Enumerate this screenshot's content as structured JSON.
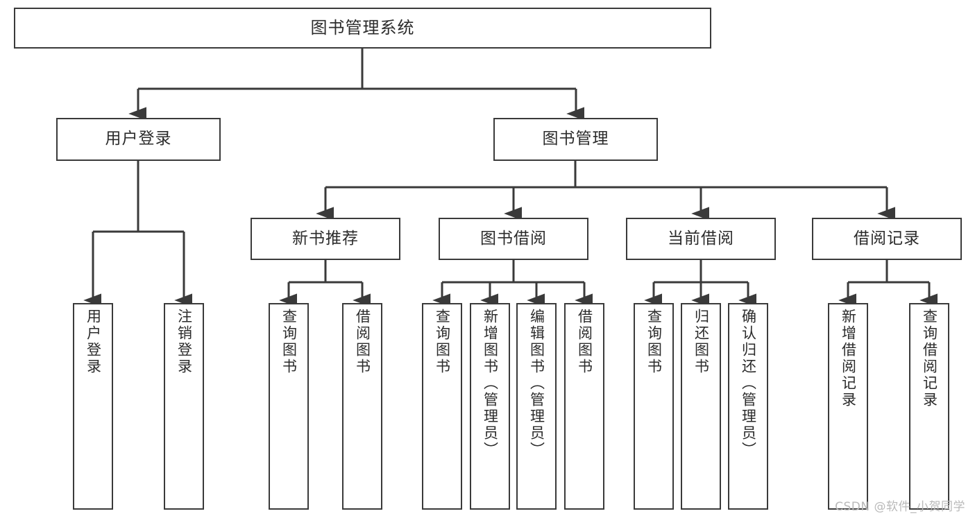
{
  "diagram": {
    "title": "图书管理系统",
    "watermark": "CSDN @软件_小贺同学",
    "line_color": "#3a3a3a",
    "box_border_color": "#3a3a3a",
    "text_color": "#2b2b2b",
    "background": "#ffffff"
  },
  "root": {
    "label": "图书管理系统"
  },
  "level2": [
    {
      "label": "用户登录"
    },
    {
      "label": "图书管理"
    }
  ],
  "level3": [
    {
      "label": "新书推荐"
    },
    {
      "label": "图书借阅"
    },
    {
      "label": "当前借阅"
    },
    {
      "label": "借阅记录"
    }
  ],
  "leaves": {
    "user_login": [
      {
        "label": "用户登录"
      },
      {
        "label": "注销登录"
      }
    ],
    "new_book": [
      {
        "label": "查询图书"
      },
      {
        "label": "借阅图书"
      }
    ],
    "borrow_book": [
      {
        "label": "查询图书"
      },
      {
        "label": "新增图书（管理员）"
      },
      {
        "label": "编辑图书（管理员）"
      },
      {
        "label": "借阅图书"
      }
    ],
    "current_borrow": [
      {
        "label": "查询图书"
      },
      {
        "label": "归还图书"
      },
      {
        "label": "确认归还（管理员）"
      }
    ],
    "borrow_record": [
      {
        "label": "新增借阅记录"
      },
      {
        "label": "查询借阅记录"
      }
    ]
  }
}
